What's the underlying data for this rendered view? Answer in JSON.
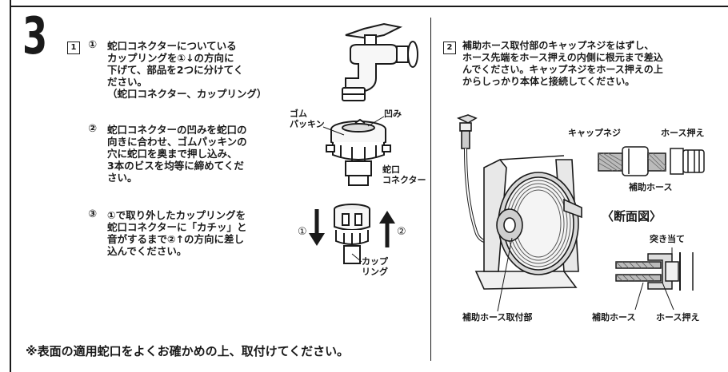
{
  "step": "3",
  "left": {
    "box": "1",
    "s1_mark": "①",
    "s1_text": "蛇口コネクターについている\nカップリングを①↓の方向に\n下げて、部品を2つに分けてく\nださい。\n（蛇口コネクター、カップリング）",
    "s2_mark": "②",
    "s2_text": "蛇口コネクターの凹みを蛇口の\n向きに合わせ、ゴムパッキンの\n穴に蛇口を奥まで押し込み、\n3本のビスを均等に締めてくだ\nさい。",
    "s3_mark": "③",
    "s3_text": "①で取り外したカップリングを\n蛇口コネクターに「カチッ」と\n音がするまで②↑の方向に差し\n込んでください。",
    "lbl_gasket": "ゴム\nパッキン",
    "lbl_dent": "凹み",
    "lbl_connector": "蛇口\nコネクター",
    "lbl_coupling": "カップ\nリング",
    "arrow1": "①",
    "arrow2": "②"
  },
  "note": "※表面の適用蛇口をよくお確かめの上、取付けてください。",
  "right": {
    "box": "2",
    "text": "補助ホース取付部のキャップネジをはずし、\nホース先端をホース押えの内側に根元まで差込\nんでください。キャップネジをホース押えの上\nからしっかり本体と接続してください。",
    "lbl_cap": "キャップネジ",
    "lbl_holder": "ホース押え",
    "lbl_aux_hose": "補助ホース",
    "section_title": "〈断面図〉",
    "lbl_stop": "突き当て",
    "lbl_mount": "補助ホース取付部",
    "lbl_aux_hose2": "補助ホース",
    "lbl_holder2": "ホース押え"
  }
}
